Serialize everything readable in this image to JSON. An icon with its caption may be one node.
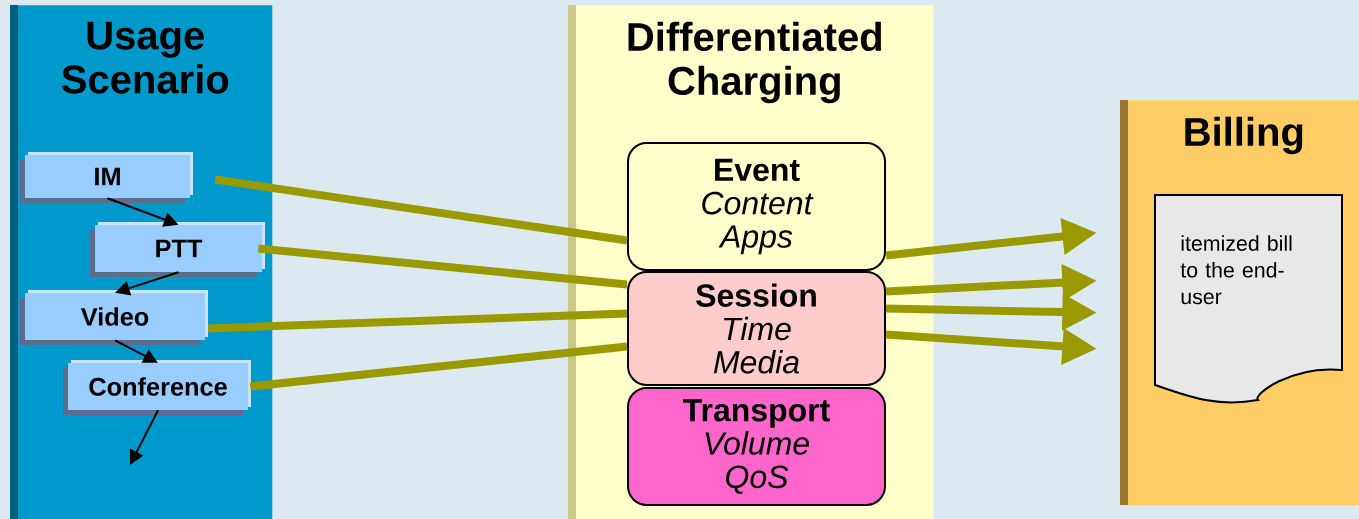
{
  "diagram": {
    "nodes": [
      {
        "text": [
          "Usage Scenario"
        ]
      },
      {
        "text": [
          "IM"
        ],
        "in": 0
      },
      {
        "text": [
          "PTT"
        ],
        "in": 0
      },
      {
        "text": [
          "Video"
        ],
        "in": 0
      },
      {
        "text": [
          "Conference"
        ],
        "in": 0
      },
      {
        "text": [
          "Differentiated Charging"
        ]
      },
      {
        "text": [
          "Event",
          "Content",
          "Apps"
        ],
        "in": 5
      },
      {
        "text": [
          "Session",
          "Time",
          "Media"
        ],
        "in": 5
      },
      {
        "text": [
          "Transport",
          "Volume",
          "QoS"
        ],
        "in": 5
      },
      {
        "text": [
          "Billing"
        ]
      },
      {
        "text": [
          "itemized bill to the end-user"
        ],
        "in": 9
      }
    ],
    "edges": [
      {
        "from": 1,
        "to": 2,
        "arrow": "to",
        "color": "#000000"
      },
      {
        "from": 2,
        "to": 3,
        "arrow": "to",
        "color": "#000000"
      },
      {
        "from": 3,
        "to": 4,
        "arrow": "to",
        "color": "#000000"
      },
      {
        "from": 4,
        "to": null,
        "arrow": "to",
        "color": "#000000"
      },
      {
        "from": 1,
        "to": 6,
        "arrow": "none"
      },
      {
        "from": 2,
        "to": 7,
        "arrow": "none"
      },
      {
        "from": 3,
        "to": 7,
        "arrow": "none"
      },
      {
        "from": 4,
        "to": 7,
        "arrow": "none"
      },
      {
        "from": 6,
        "to": 9,
        "arrow": "to"
      },
      {
        "from": 7,
        "to": 9,
        "arrow": "to"
      },
      {
        "from": 7,
        "to": 9,
        "arrow": "to"
      },
      {
        "from": 7,
        "to": 9,
        "arrow": "to"
      }
    ]
  }
}
